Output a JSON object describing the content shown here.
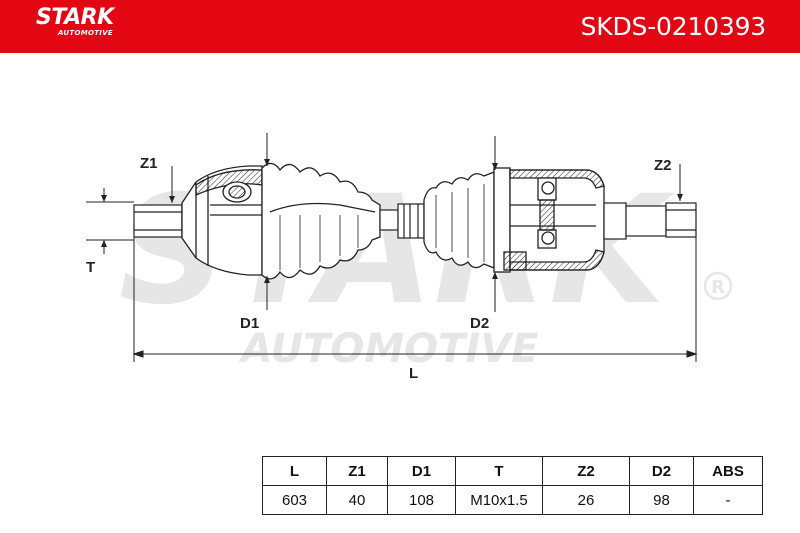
{
  "header": {
    "brand": "STARK",
    "brand_sub": "AUTOMOTIVE",
    "part_number": "SKDS-0210393"
  },
  "colors": {
    "header_bg": "#e30613",
    "watermark": "#e6e6e6",
    "line": "#222222"
  },
  "drawing": {
    "watermark_main": "STARK",
    "watermark_sub": "AUTOMOTIVE",
    "watermark_mark": "R",
    "dim_labels": {
      "z1": "Z1",
      "z2": "Z2",
      "t": "T",
      "d1": "D1",
      "d2": "D2",
      "l": "L"
    }
  },
  "spec_table": {
    "headers": [
      "L",
      "Z1",
      "D1",
      "T",
      "Z2",
      "D2",
      "ABS"
    ],
    "values": [
      "603",
      "40",
      "108",
      "M10x1.5",
      "26",
      "98",
      "-"
    ]
  }
}
